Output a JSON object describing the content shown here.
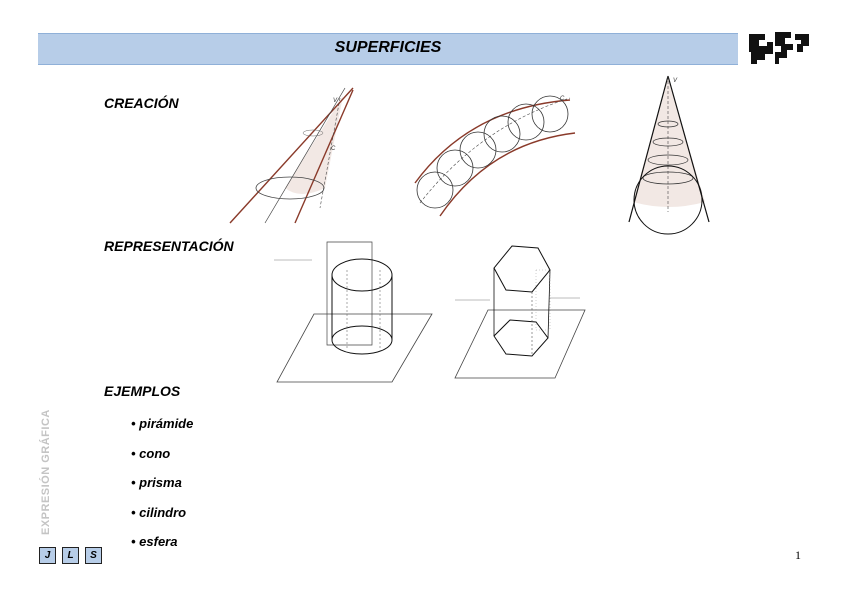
{
  "header": {
    "title": "SUPERFICIES"
  },
  "sections": {
    "creacion": "CREACIÓN",
    "representacion": "REPRESENTACIÓN",
    "ejemplos": "EJEMPLOS"
  },
  "examples": [
    "• pirámide",
    "• cono",
    "• prisma",
    "• cilindro",
    "• esfera"
  ],
  "side_label": "EXPRESIÓN GRÁFICA",
  "footer": {
    "badges": [
      "J",
      "L",
      "S"
    ],
    "page_number": "1"
  },
  "figures": {
    "cone_vertex": "V",
    "cone_generatrix": "C",
    "tube_curve": "C",
    "sphere_cone_vertex": "V"
  },
  "colors": {
    "title_bar": "#b7cde8",
    "drawing_line": "#8a3a2a"
  }
}
